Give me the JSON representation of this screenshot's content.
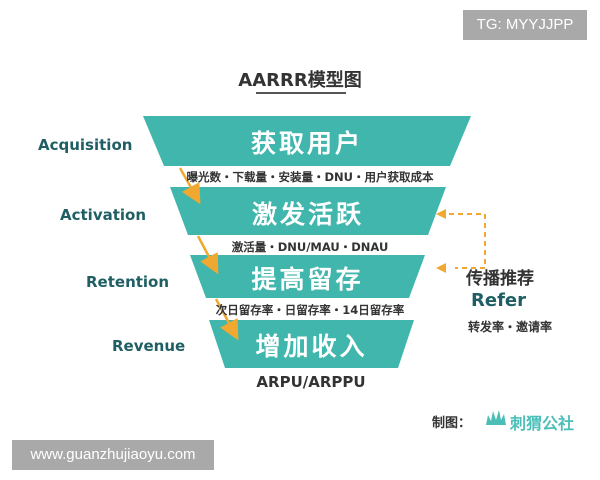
{
  "watermark_top": "TG: MYYJJPP",
  "watermark_bottom": "www.guanzhujiaoyu.com",
  "title": "AARRR模型图",
  "stages": [
    {
      "label": "Acquisition",
      "band": "获取用户",
      "metrics": "曝光数・下载量・安装量・DNU・用户获取成本"
    },
    {
      "label": "Activation",
      "band": "激发活跃",
      "metrics": "激活量・DNU/MAU・DNAU"
    },
    {
      "label": "Retention",
      "band": "提高留存",
      "metrics": "次日留存率・日留存率・14日留存率"
    },
    {
      "label": "Revenue",
      "band": "增加收入",
      "metrics": "ARPU/ARPPU"
    }
  ],
  "refer": {
    "title": "传播推荐",
    "english": "Refer",
    "metrics": "转发率・邀请率"
  },
  "credit": {
    "label": "制图：",
    "brand": "刺猬公社"
  },
  "colors": {
    "funnel": "#40b6ad",
    "label": "#1f5f63",
    "arrow": "#f0a830"
  }
}
